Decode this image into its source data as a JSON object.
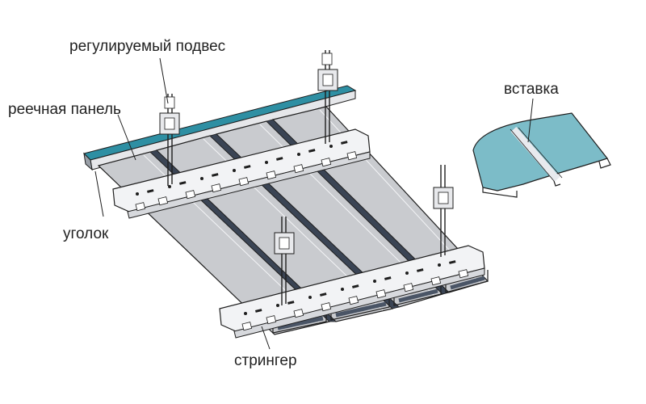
{
  "labels": {
    "hanger": "регулируемый подвес",
    "panel": "реечная панель",
    "insert": "вставка",
    "corner": "уголок",
    "stringer": "стрингер"
  },
  "colors": {
    "panel_top": "#c9cbcf",
    "panel_edge": "#4a5566",
    "insert_fill": "#7cbcc8",
    "corner_fill": "#2e8fa3",
    "stringer_fill": "#f2f3f5",
    "outline": "#1e1e1e"
  }
}
